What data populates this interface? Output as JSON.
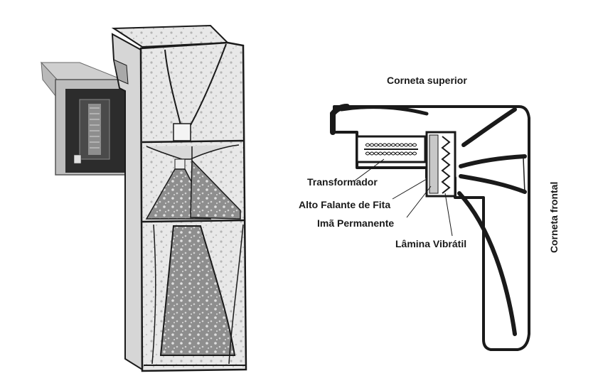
{
  "labels": {
    "top_horn": "Corneta superior",
    "front_horn": "Corneta frontal",
    "transformer": "Transformador",
    "ribbon_speaker": "Alto Falante de Fita",
    "magnet": "Imã Permanente",
    "diaphragm": "Lâmina Vibrátil"
  },
  "colors": {
    "ink": "#1a1a1a",
    "cabinet_light": "#e6e6e6",
    "cabinet_mid": "#9a9a9a",
    "cabinet_dark": "#6e6e6e",
    "module_grey": "#8a8a8a"
  },
  "icons": {
    "cabinet": "speaker-cabinet-illustration",
    "module": "ribbon-tweeter-module",
    "coil": "transformer-coil-icon",
    "zigzag": "vibrating-foil-icon"
  }
}
